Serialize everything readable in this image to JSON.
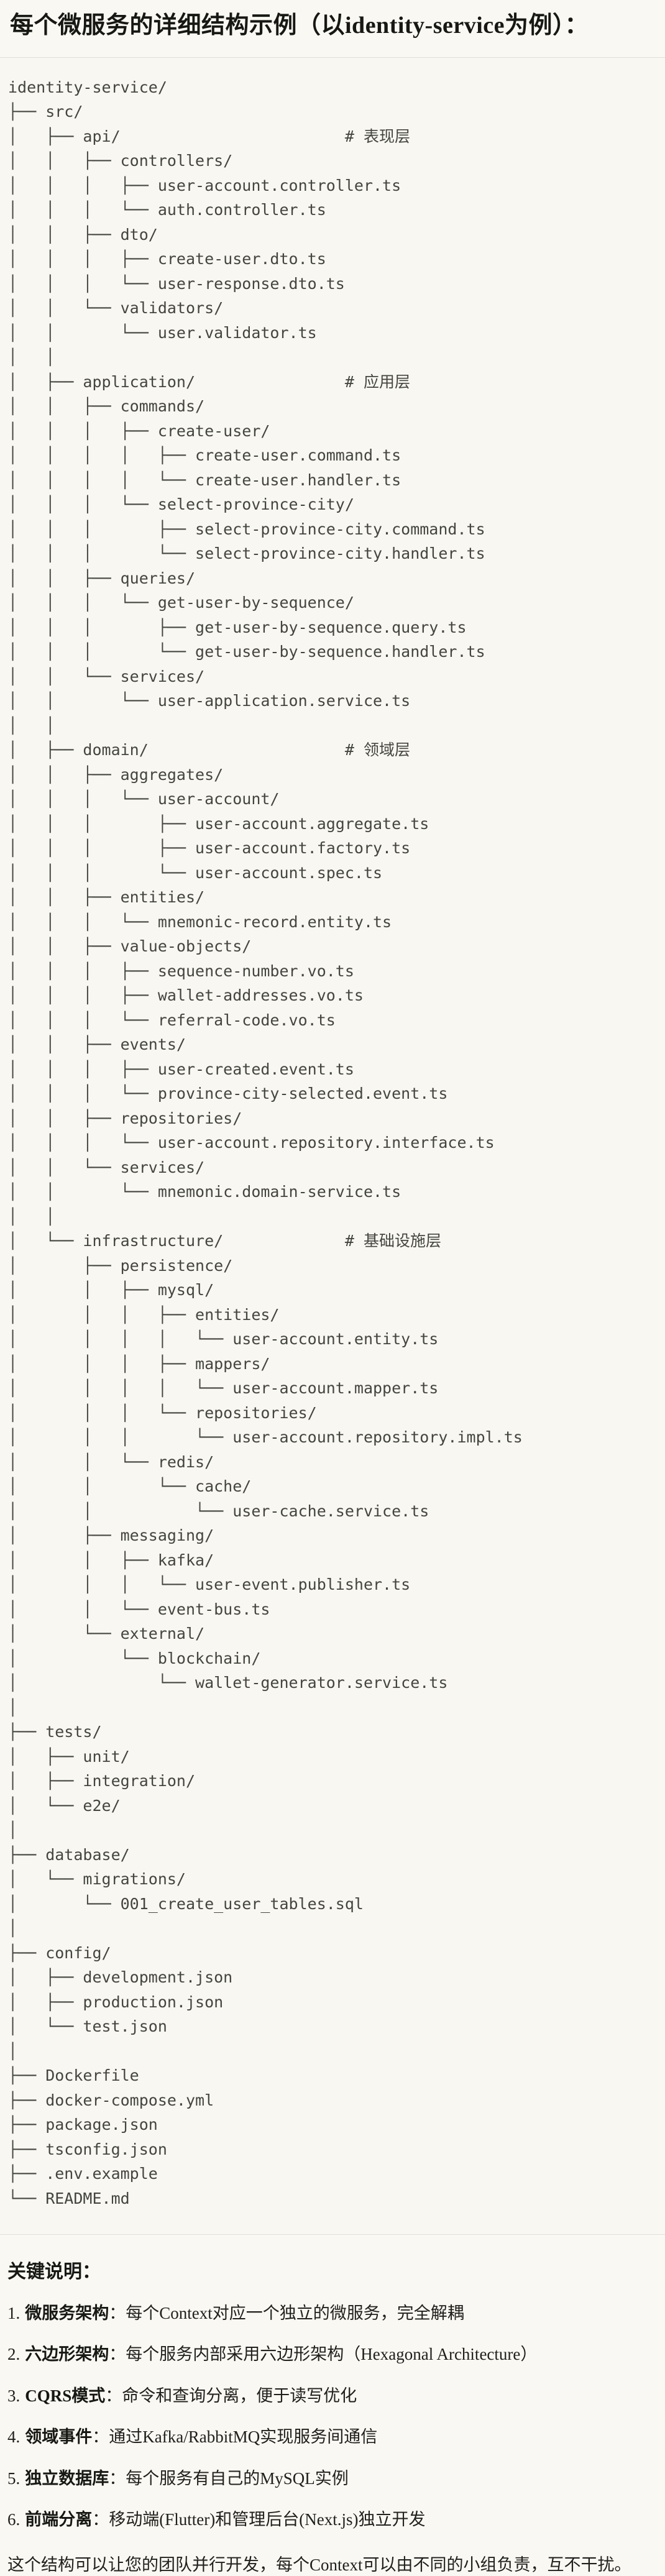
{
  "title": "每个微服务的详细结构示例（以identity-service为例）：",
  "colors": {
    "page_bg": "#f9f8f3",
    "code_bg": "#f8f7f2",
    "rule": "#e1dfd7",
    "title_text": "#171714",
    "code_text": "#454540",
    "body_text": "#21201c"
  },
  "tree": {
    "text": "identity-service/\n├── src/\n│   ├── api/                        # 表现层\n│   │   ├── controllers/\n│   │   │   ├── user-account.controller.ts\n│   │   │   └── auth.controller.ts\n│   │   ├── dto/\n│   │   │   ├── create-user.dto.ts\n│   │   │   └── user-response.dto.ts\n│   │   └── validators/\n│   │       └── user.validator.ts\n│   │\n│   ├── application/                # 应用层\n│   │   ├── commands/\n│   │   │   ├── create-user/\n│   │   │   │   ├── create-user.command.ts\n│   │   │   │   └── create-user.handler.ts\n│   │   │   └── select-province-city/\n│   │   │       ├── select-province-city.command.ts\n│   │   │       └── select-province-city.handler.ts\n│   │   ├── queries/\n│   │   │   └── get-user-by-sequence/\n│   │   │       ├── get-user-by-sequence.query.ts\n│   │   │       └── get-user-by-sequence.handler.ts\n│   │   └── services/\n│   │       └── user-application.service.ts\n│   │\n│   ├── domain/                     # 领域层\n│   │   ├── aggregates/\n│   │   │   └── user-account/\n│   │   │       ├── user-account.aggregate.ts\n│   │   │       ├── user-account.factory.ts\n│   │   │       └── user-account.spec.ts\n│   │   ├── entities/\n│   │   │   └── mnemonic-record.entity.ts\n│   │   ├── value-objects/\n│   │   │   ├── sequence-number.vo.ts\n│   │   │   ├── wallet-addresses.vo.ts\n│   │   │   └── referral-code.vo.ts\n│   │   ├── events/\n│   │   │   ├── user-created.event.ts\n│   │   │   └── province-city-selected.event.ts\n│   │   ├── repositories/\n│   │   │   └── user-account.repository.interface.ts\n│   │   └── services/\n│   │       └── mnemonic.domain-service.ts\n│   │\n│   └── infrastructure/             # 基础设施层\n│       ├── persistence/\n│       │   ├── mysql/\n│       │   │   ├── entities/\n│       │   │   │   └── user-account.entity.ts\n│       │   │   ├── mappers/\n│       │   │   │   └── user-account.mapper.ts\n│       │   │   └── repositories/\n│       │   │       └── user-account.repository.impl.ts\n│       │   └── redis/\n│       │       └── cache/\n│       │           └── user-cache.service.ts\n│       ├── messaging/\n│       │   ├── kafka/\n│       │   │   └── user-event.publisher.ts\n│       │   └── event-bus.ts\n│       └── external/\n│           └── blockchain/\n│               └── wallet-generator.service.ts\n│\n├── tests/\n│   ├── unit/\n│   ├── integration/\n│   └── e2e/\n│\n├── database/\n│   └── migrations/\n│       └── 001_create_user_tables.sql\n│\n├── config/\n│   ├── development.json\n│   ├── production.json\n│   └── test.json\n│\n├── Dockerfile\n├── docker-compose.yml\n├── package.json\n├── tsconfig.json\n├── .env.example\n└── README.md"
  },
  "notes": {
    "heading": "关键说明：",
    "items": [
      {
        "num": "1.",
        "label": "微服务架构",
        "text": "：每个Context对应一个独立的微服务，完全解耦"
      },
      {
        "num": "2.",
        "label": "六边形架构",
        "text": "：每个服务内部采用六边形架构（Hexagonal Architecture）"
      },
      {
        "num": "3.",
        "label": "CQRS模式",
        "text": "：命令和查询分离，便于读写优化"
      },
      {
        "num": "4.",
        "label": "领域事件",
        "text": "：通过Kafka/RabbitMQ实现服务间通信"
      },
      {
        "num": "5.",
        "label": "独立数据库",
        "text": "：每个服务有自己的MySQL实例"
      },
      {
        "num": "6.",
        "label": "前端分离",
        "text": "：移动端(Flutter)和管理后台(Next.js)独立开发"
      }
    ],
    "footer": "这个结构可以让您的团队并行开发，每个Context可以由不同的小组负责，互不干扰。"
  }
}
